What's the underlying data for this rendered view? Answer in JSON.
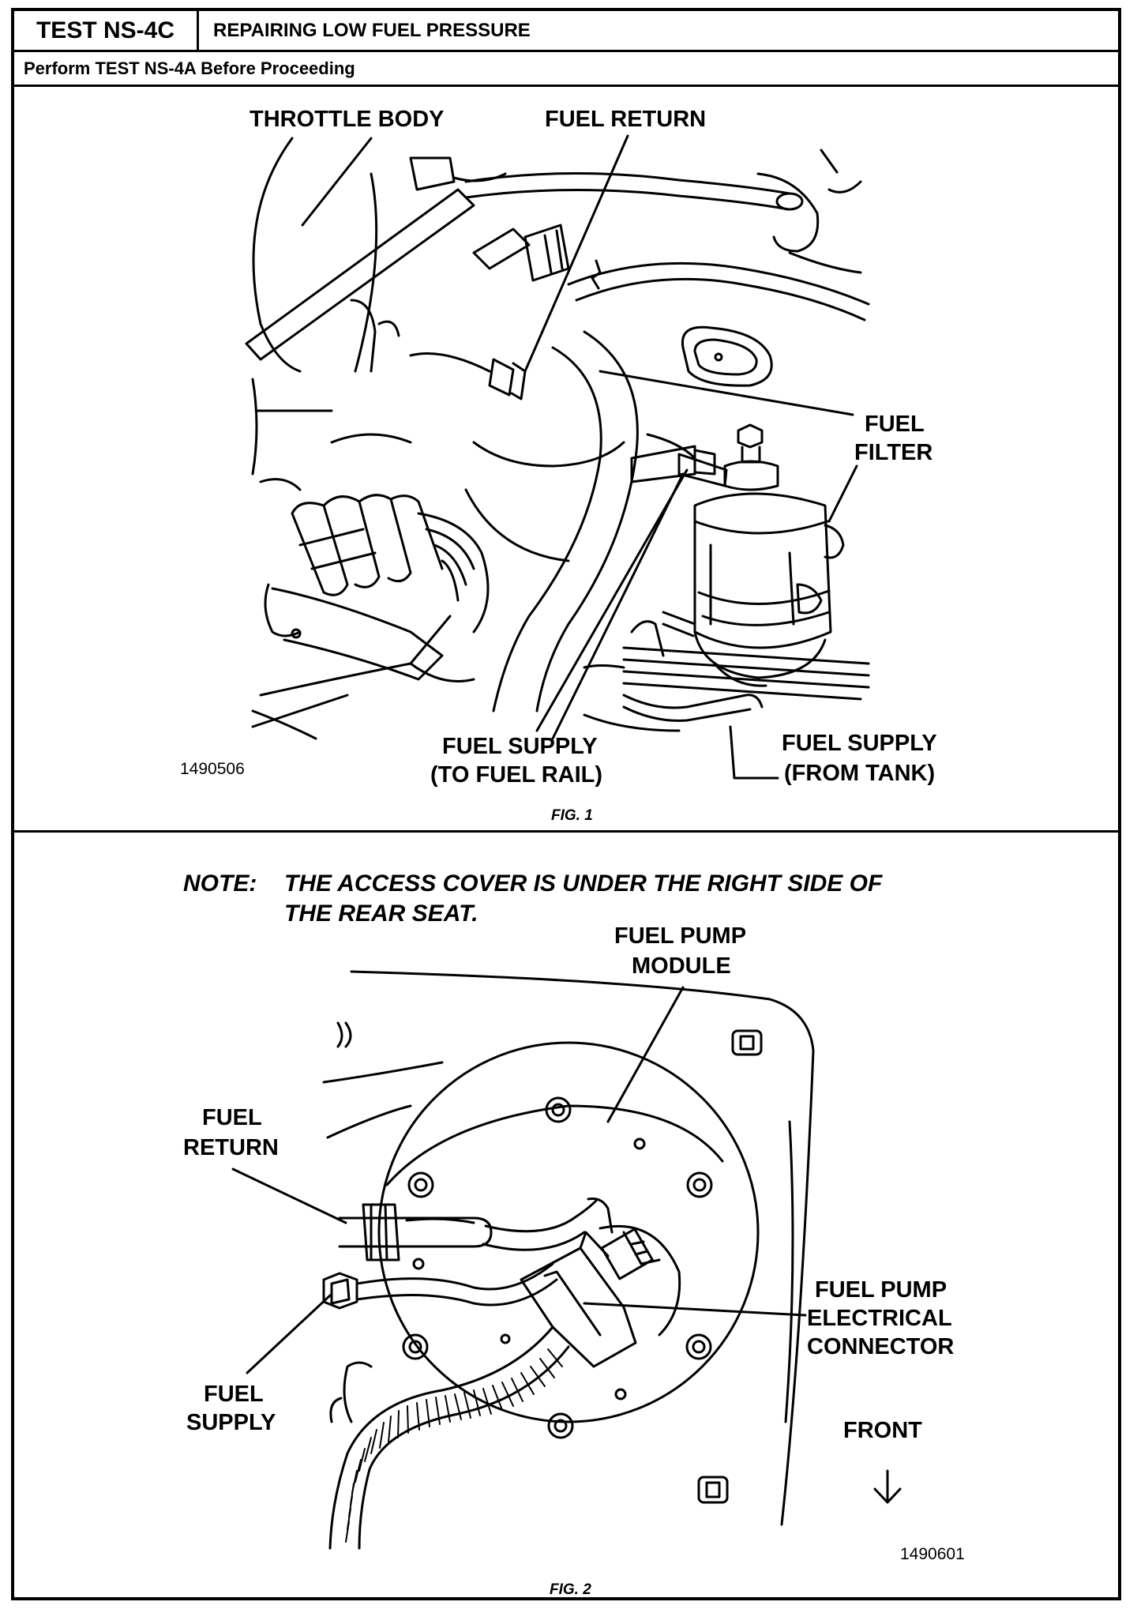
{
  "header": {
    "test_id": "TEST NS-4C",
    "test_title": "REPAIRING LOW FUEL PRESSURE",
    "prerequisite": "Perform TEST NS-4A Before Proceeding"
  },
  "fig1": {
    "caption": "FIG. 1",
    "image_number": "1490506",
    "labels": {
      "throttle_body": "THROTTLE BODY",
      "fuel_return": "FUEL RETURN",
      "fuel_filter_1": "FUEL",
      "fuel_filter_2": "FILTER",
      "supply_rail_1": "FUEL SUPPLY",
      "supply_rail_2": "(TO FUEL RAIL)",
      "supply_tank_1": "FUEL SUPPLY",
      "supply_tank_2": "(FROM TANK)"
    }
  },
  "fig2": {
    "caption": "FIG. 2",
    "image_number": "1490601",
    "note_head": "NOTE:",
    "note_line1": "THE ACCESS COVER IS UNDER THE RIGHT SIDE OF",
    "note_line2": "THE REAR SEAT.",
    "labels": {
      "module_1": "FUEL PUMP",
      "module_2": "MODULE",
      "return_1": "FUEL",
      "return_2": "RETURN",
      "supply_1": "FUEL",
      "supply_2": "SUPPLY",
      "connector_1": "FUEL PUMP",
      "connector_2": "ELECTRICAL",
      "connector_3": "CONNECTOR",
      "front": "FRONT"
    }
  }
}
